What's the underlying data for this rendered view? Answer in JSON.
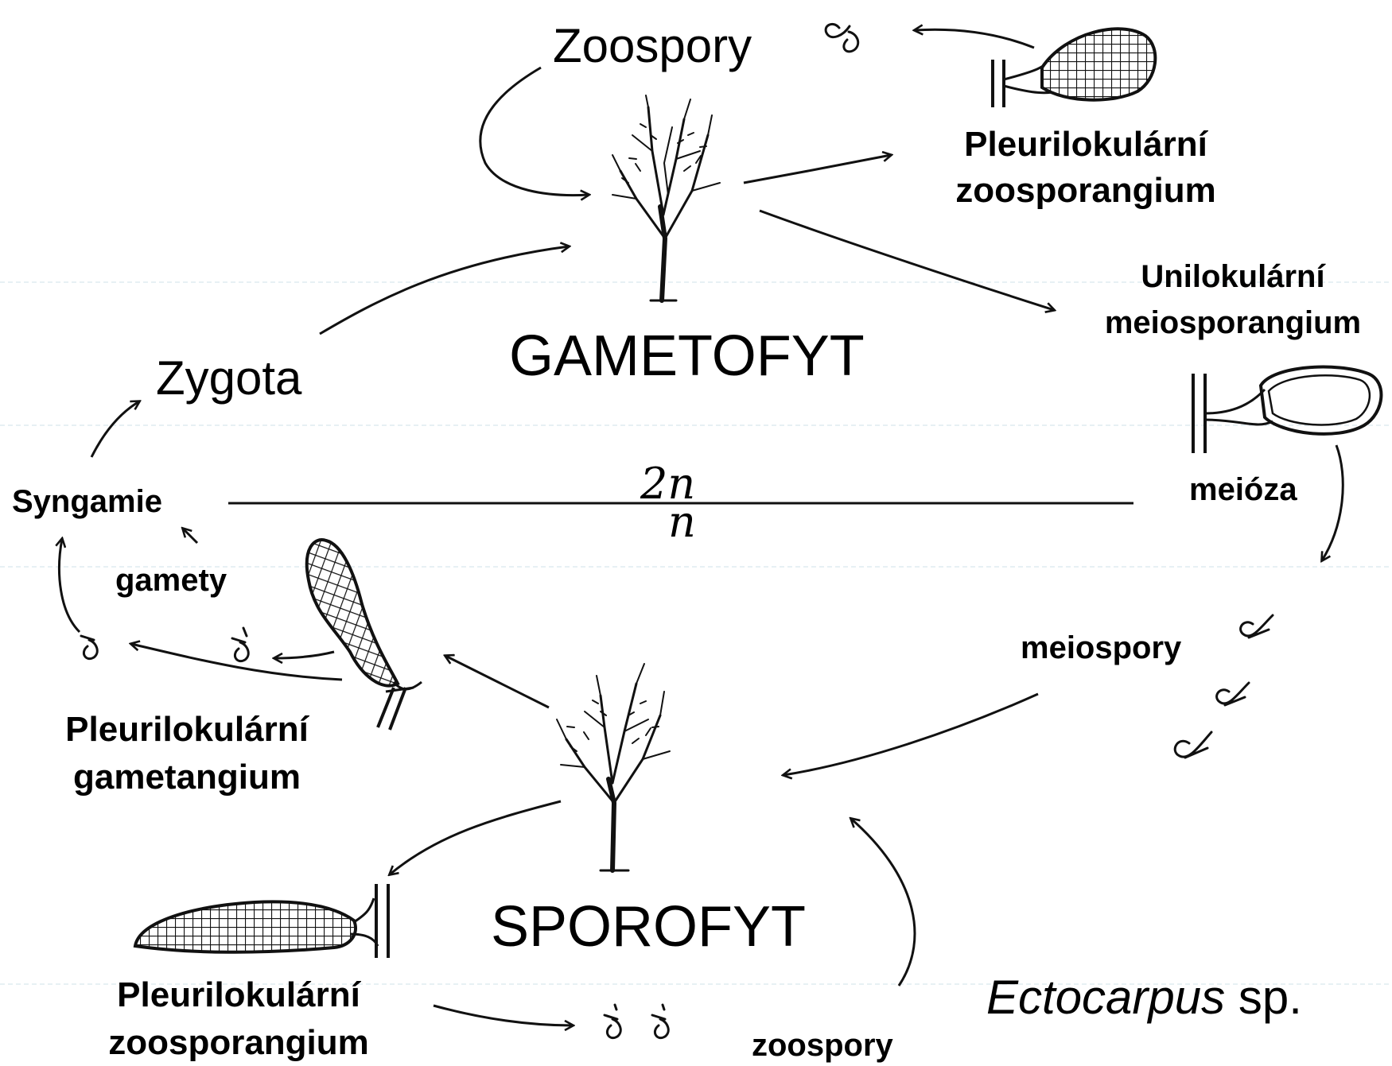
{
  "labels": {
    "zoospory_top": "Zoospory",
    "pleuri_zoo_top_1": "Pleurilokulární",
    "pleuri_zoo_top_2": "zoosporangium",
    "unilok_1": "Unilokulární",
    "unilok_2": "meiosporangium",
    "gametofyt": "GAMETOFYT",
    "zygota": "Zygota",
    "syngamie": "Syngamie",
    "meioza": "meióza",
    "gamety": "gamety",
    "meiospory": "meiospory",
    "pleuri_gam_1": "Pleurilokulární",
    "pleuri_gam_2": "gametangium",
    "sporofyt": "SPOROFYT",
    "pleuri_zoo_bot_1": "Pleurilokulární",
    "pleuri_zoo_bot_2": "zoosporangium",
    "zoospory_bot": "zoospory",
    "species_genus": "Ectocarpus",
    "species_sp": "sp."
  },
  "ploidy": {
    "diploid": "2n",
    "haploid": "n"
  }
}
